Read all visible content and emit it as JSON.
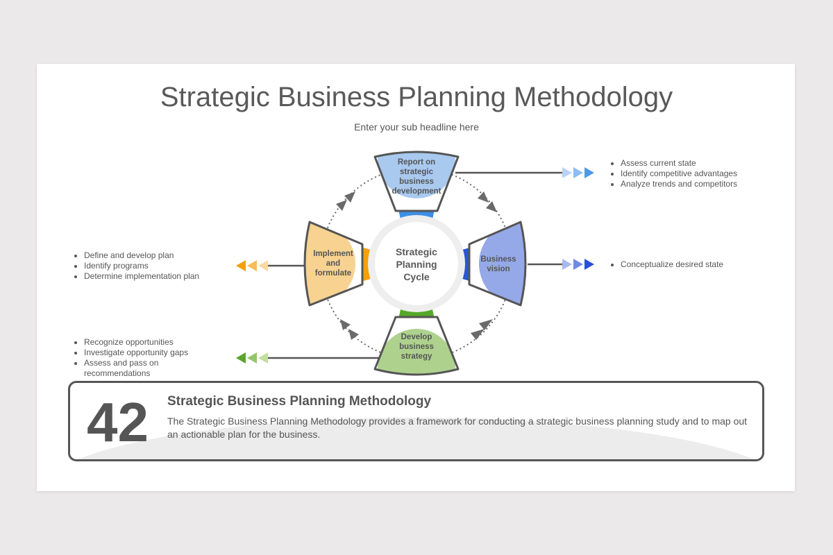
{
  "slide": {
    "title": "Strategic Business Planning Methodology",
    "subtitle": "Enter your sub headline here"
  },
  "center": {
    "label": "Strategic Planning Cycle"
  },
  "stages": [
    {
      "id": "top",
      "label": "Report on strategic business development",
      "color": "#a9c9ef",
      "band_color": "#3d8fe6",
      "bullets": [
        "Assess current state",
        "Identify competitive advantages",
        "Analyze trends and competitors"
      ]
    },
    {
      "id": "right",
      "label": "Business vision",
      "color": "#95a8e8",
      "band_color": "#2a55d6",
      "bullets": [
        "Conceptualize desired state"
      ]
    },
    {
      "id": "bottom",
      "label": "Develop business strategy",
      "color": "#aed28e",
      "band_color": "#56a829",
      "bullets": [
        "Recognize opportunities",
        "Investigate opportunity gaps",
        "Assess and pass on recommendations"
      ]
    },
    {
      "id": "left",
      "label": "Implement and formulate",
      "color": "#f7d291",
      "band_color": "#f1a20d",
      "bullets": [
        "Define and develop plan",
        "Identify programs",
        "Determine implementation plan"
      ]
    }
  ],
  "summary": {
    "number": "42",
    "heading": "Strategic Business Planning Methodology",
    "text": "The Strategic Business Planning Methodology provides a framework for conducting a strategic business planning study and to map out an actionable plan for the business."
  }
}
